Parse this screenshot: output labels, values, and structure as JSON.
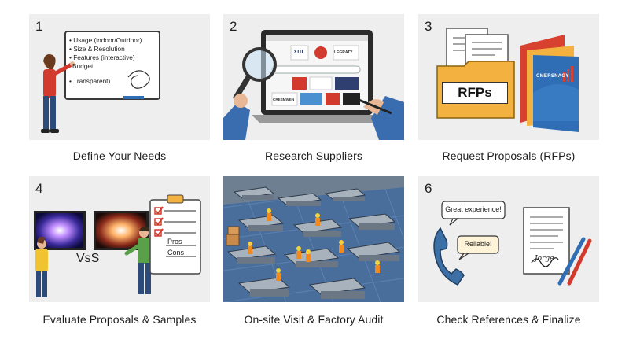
{
  "steps": [
    {
      "number": "1",
      "title": "Define Your Needs",
      "board_lines": [
        "• Usage (indoor/Outdoor)",
        "• Size & Resolution",
        "• Features (interactive)",
        "Budget",
        "• Transparent)"
      ]
    },
    {
      "number": "2",
      "title": "Research Suppliers",
      "logos": [
        "XDI",
        "LEGRATY",
        "CRESMWEN"
      ]
    },
    {
      "number": "3",
      "title": "Request Proposals (RFPs)",
      "folder_label": "RFPs",
      "brochure_label": "CMERSNAGY"
    },
    {
      "number": "4",
      "title": "Evaluate Proposals & Samples",
      "versus_label": "VsS",
      "checklist": [
        "Pros",
        "Cons"
      ]
    },
    {
      "number": "",
      "title": "On-site Visit & Factory Audit"
    },
    {
      "number": "6",
      "title": "Check References & Finalize",
      "quotes": [
        "Great experience!",
        "Reliable!"
      ],
      "signature": "Jorge"
    }
  ],
  "colors": {
    "panel_bg": "#eeeeee",
    "folder": "#f3b23f",
    "brochure_blue": "#2f6db5",
    "brochure_red": "#d8402f",
    "factory_floor": "#4a6e9c",
    "worker_vest": "#f08a1f",
    "phone": "#3b6fa5"
  }
}
